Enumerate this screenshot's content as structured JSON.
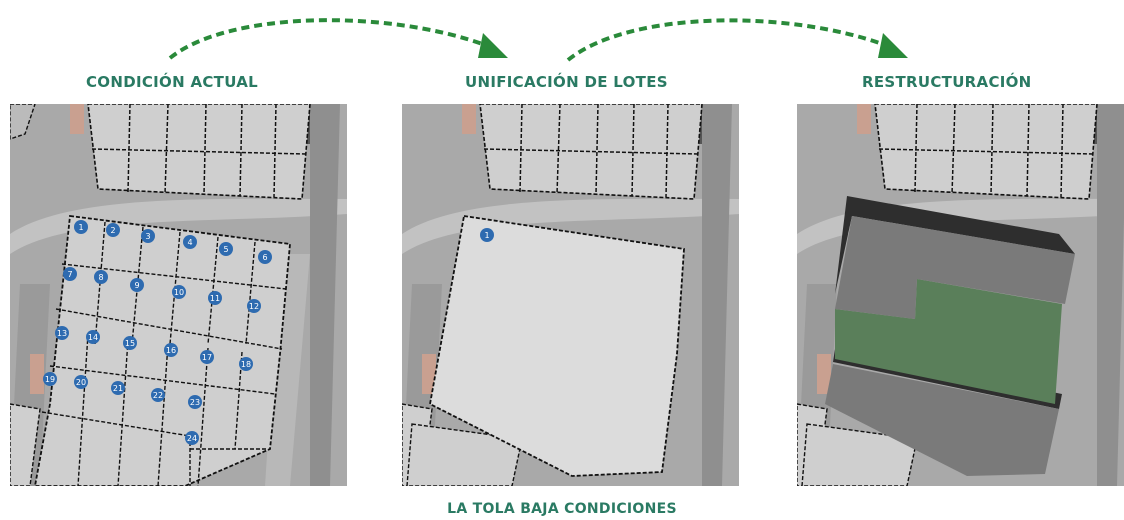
{
  "stages": [
    {
      "title": "CONDICIÓN ACTUAL"
    },
    {
      "title": "UNIFICACIÓN DE LOTES"
    },
    {
      "title": "RESTRUCTURACIÓN"
    }
  ],
  "lots": [
    "1",
    "2",
    "3",
    "4",
    "5",
    "6",
    "7",
    "8",
    "9",
    "10",
    "11",
    "12",
    "13",
    "14",
    "15",
    "16",
    "17",
    "18",
    "19",
    "20",
    "21",
    "22",
    "23",
    "24"
  ],
  "unified_lot": "1",
  "footer": "LA TOLA BAJA CONDICIONES",
  "colors": {
    "title": "#2a7a63",
    "arrow": "#2a8a3a",
    "lot_marker": "#2e6bb0",
    "lot_fill": "#cfcfcf",
    "unified_fill": "#dcdcdc",
    "building": "#7a7a7a",
    "shadow": "#2e2e2e",
    "green_area": "#5a7f5a"
  }
}
